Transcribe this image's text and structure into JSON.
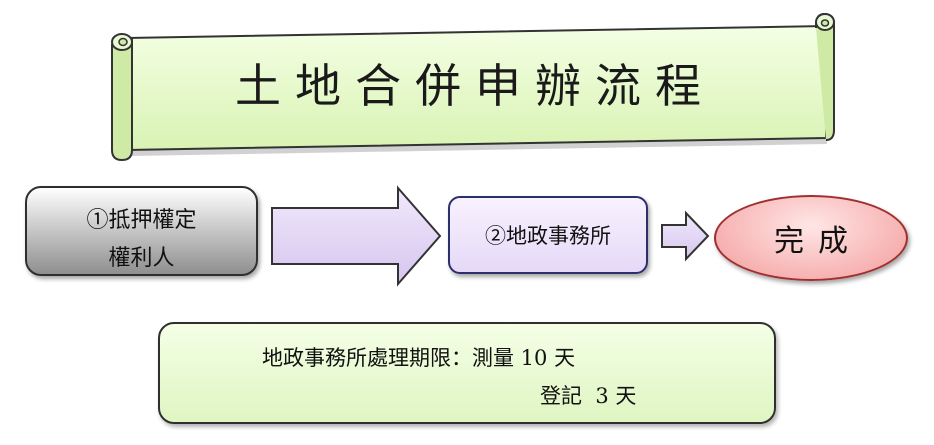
{
  "title": "土地合併申辦流程",
  "steps": {
    "step1": {
      "line1": "①抵押權定",
      "line2": "權利人"
    },
    "step2": {
      "label": "②地政事務所"
    },
    "done": {
      "label": "完成"
    }
  },
  "info": {
    "line1": "地政事務所處理期限：測量 10 天",
    "line2": "登記  3 天"
  },
  "colors": {
    "banner_fill": "#e6f8c8",
    "banner_stroke": "#333333",
    "arrow_fill": "#ddd0f0",
    "arrow_stroke": "#333333",
    "step2_border": "#2b2f6a",
    "done_fill": "#f7b2b2"
  }
}
